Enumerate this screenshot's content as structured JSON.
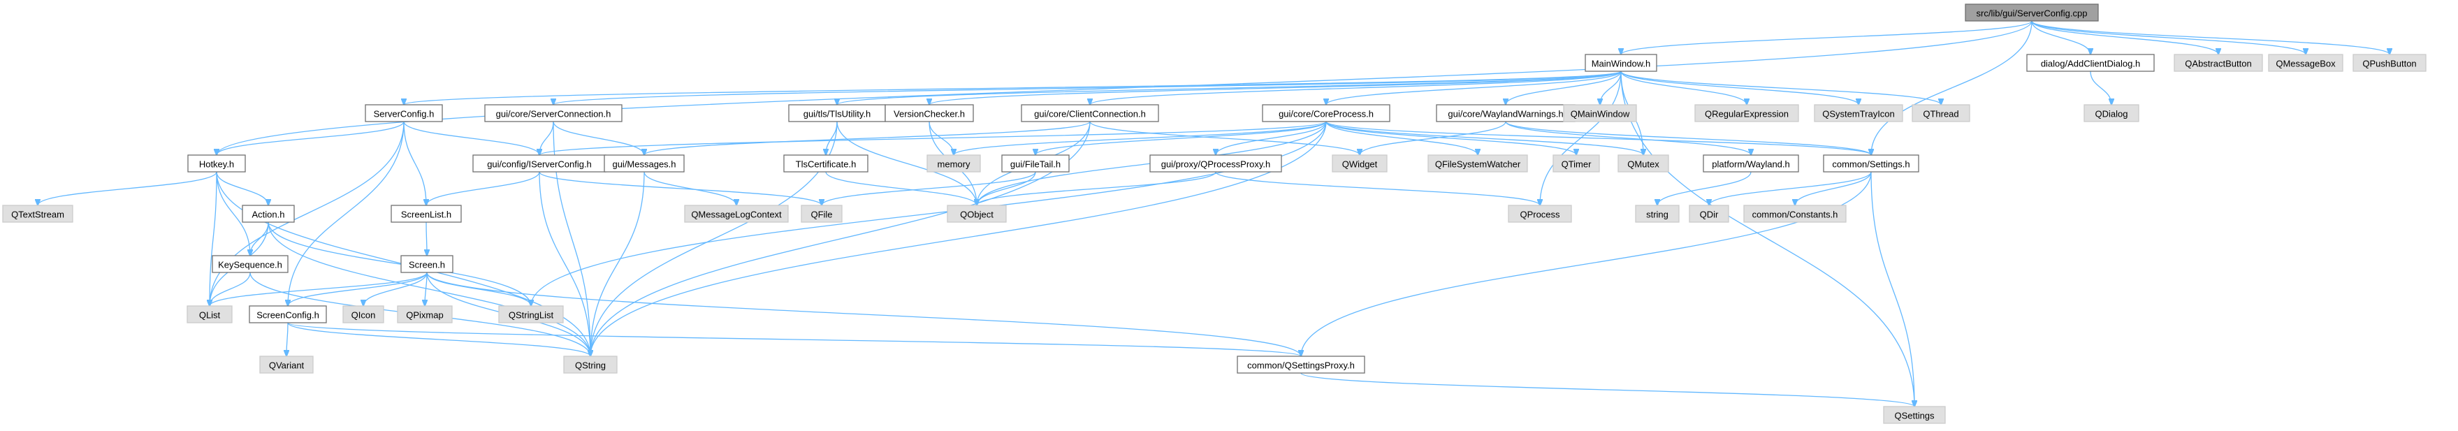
{
  "diagram": {
    "title": "",
    "root": "n_root",
    "nodes": [
      {
        "id": "n_root",
        "label": "src/lib/gui/ServerConfig.cpp",
        "style": "root"
      },
      {
        "id": "n_mainwindow",
        "label": "MainWindow.h",
        "style": "plain"
      },
      {
        "id": "n_addclient",
        "label": "dialog/AddClientDialog.h",
        "style": "plain"
      },
      {
        "id": "n_qabstractbutton",
        "label": "QAbstractButton",
        "style": "ext"
      },
      {
        "id": "n_qmessagebox",
        "label": "QMessageBox",
        "style": "ext"
      },
      {
        "id": "n_qpushbutton",
        "label": "QPushButton",
        "style": "ext"
      },
      {
        "id": "n_qdialog",
        "label": "QDialog",
        "style": "ext"
      },
      {
        "id": "n_serverconfigh",
        "label": "ServerConfig.h",
        "style": "plain"
      },
      {
        "id": "n_coreserverconn",
        "label": "gui/core/ServerConnection.h",
        "style": "plain"
      },
      {
        "id": "n_tlsutility",
        "label": "gui/tls/TlsUtility.h",
        "style": "plain"
      },
      {
        "id": "n_versionchecker",
        "label": "VersionChecker.h",
        "style": "plain"
      },
      {
        "id": "n_clientconn",
        "label": "gui/core/ClientConnection.h",
        "style": "plain"
      },
      {
        "id": "n_coreprocess",
        "label": "gui/core/CoreProcess.h",
        "style": "plain"
      },
      {
        "id": "n_waylandwarn",
        "label": "gui/core/WaylandWarnings.h",
        "style": "plain"
      },
      {
        "id": "n_qmainwindow",
        "label": "QMainWindow",
        "style": "ext"
      },
      {
        "id": "n_qregexp",
        "label": "QRegularExpression",
        "style": "ext"
      },
      {
        "id": "n_qsystray",
        "label": "QSystemTrayIcon",
        "style": "ext"
      },
      {
        "id": "n_qthread",
        "label": "QThread",
        "style": "ext"
      },
      {
        "id": "n_hotkey",
        "label": "Hotkey.h",
        "style": "plain"
      },
      {
        "id": "n_iserverconfig",
        "label": "gui/config/IServerConfig.h",
        "style": "plain"
      },
      {
        "id": "n_messages",
        "label": "gui/Messages.h",
        "style": "plain"
      },
      {
        "id": "n_memory",
        "label": "memory",
        "style": "ext"
      },
      {
        "id": "n_tlscert",
        "label": "TlsCertificate.h",
        "style": "plain"
      },
      {
        "id": "n_filetail",
        "label": "gui/FileTail.h",
        "style": "plain"
      },
      {
        "id": "n_qprocessproxy",
        "label": "gui/proxy/QProcessProxy.h",
        "style": "plain"
      },
      {
        "id": "n_qwidget",
        "label": "QWidget",
        "style": "ext"
      },
      {
        "id": "n_qfswatcher",
        "label": "QFileSystemWatcher",
        "style": "ext"
      },
      {
        "id": "n_qtimer",
        "label": "QTimer",
        "style": "ext"
      },
      {
        "id": "n_qmutex",
        "label": "QMutex",
        "style": "ext"
      },
      {
        "id": "n_platwayland",
        "label": "platform/Wayland.h",
        "style": "plain"
      },
      {
        "id": "n_commonsettings",
        "label": "common/Settings.h",
        "style": "plain"
      },
      {
        "id": "n_qtextstream",
        "label": "QTextStream",
        "style": "ext"
      },
      {
        "id": "n_action",
        "label": "Action.h",
        "style": "plain"
      },
      {
        "id": "n_screenlist",
        "label": "ScreenList.h",
        "style": "plain"
      },
      {
        "id": "n_qmsglogctx",
        "label": "QMessageLogContext",
        "style": "ext"
      },
      {
        "id": "n_qfile",
        "label": "QFile",
        "style": "ext"
      },
      {
        "id": "n_qobject",
        "label": "QObject",
        "style": "ext"
      },
      {
        "id": "n_qprocess",
        "label": "QProcess",
        "style": "ext"
      },
      {
        "id": "n_string",
        "label": "string",
        "style": "ext"
      },
      {
        "id": "n_qdir",
        "label": "QDir",
        "style": "ext"
      },
      {
        "id": "n_commonconst",
        "label": "common/Constants.h",
        "style": "ext"
      },
      {
        "id": "n_keysequence",
        "label": "KeySequence.h",
        "style": "plain"
      },
      {
        "id": "n_screen",
        "label": "Screen.h",
        "style": "plain"
      },
      {
        "id": "n_qlist",
        "label": "QList",
        "style": "ext"
      },
      {
        "id": "n_screenconfig",
        "label": "ScreenConfig.h",
        "style": "plain"
      },
      {
        "id": "n_qicon",
        "label": "QIcon",
        "style": "ext"
      },
      {
        "id": "n_qpixmap",
        "label": "QPixmap",
        "style": "ext"
      },
      {
        "id": "n_qstringlist",
        "label": "QStringList",
        "style": "ext"
      },
      {
        "id": "n_qvariant",
        "label": "QVariant",
        "style": "ext"
      },
      {
        "id": "n_qstring",
        "label": "QString",
        "style": "ext"
      },
      {
        "id": "n_qsettingsproxy",
        "label": "common/QSettingsProxy.h",
        "style": "plain"
      },
      {
        "id": "n_qsettings",
        "label": "QSettings",
        "style": "ext"
      }
    ],
    "edges": [
      [
        "n_root",
        "n_mainwindow"
      ],
      [
        "n_root",
        "n_addclient"
      ],
      [
        "n_root",
        "n_qabstractbutton"
      ],
      [
        "n_root",
        "n_qmessagebox"
      ],
      [
        "n_root",
        "n_qpushbutton"
      ],
      [
        "n_root",
        "n_hotkey"
      ],
      [
        "n_root",
        "n_commonsettings"
      ],
      [
        "n_addclient",
        "n_qdialog"
      ],
      [
        "n_mainwindow",
        "n_serverconfigh"
      ],
      [
        "n_mainwindow",
        "n_coreserverconn"
      ],
      [
        "n_mainwindow",
        "n_tlsutility"
      ],
      [
        "n_mainwindow",
        "n_versionchecker"
      ],
      [
        "n_mainwindow",
        "n_clientconn"
      ],
      [
        "n_mainwindow",
        "n_coreprocess"
      ],
      [
        "n_mainwindow",
        "n_waylandwarn"
      ],
      [
        "n_mainwindow",
        "n_qmainwindow"
      ],
      [
        "n_mainwindow",
        "n_qregexp"
      ],
      [
        "n_mainwindow",
        "n_qsystray"
      ],
      [
        "n_mainwindow",
        "n_qthread"
      ],
      [
        "n_mainwindow",
        "n_qmutex"
      ],
      [
        "n_mainwindow",
        "n_qprocess"
      ],
      [
        "n_mainwindow",
        "n_qsettings"
      ],
      [
        "n_serverconfigh",
        "n_hotkey"
      ],
      [
        "n_serverconfigh",
        "n_iserverconfig"
      ],
      [
        "n_serverconfigh",
        "n_screenlist"
      ],
      [
        "n_serverconfigh",
        "n_screenconfig"
      ],
      [
        "n_serverconfigh",
        "n_qlist"
      ],
      [
        "n_coreserverconn",
        "n_iserverconfig"
      ],
      [
        "n_coreserverconn",
        "n_messages"
      ],
      [
        "n_coreserverconn",
        "n_qstring"
      ],
      [
        "n_tlsutility",
        "n_tlscert"
      ],
      [
        "n_tlsutility",
        "n_qobject"
      ],
      [
        "n_tlsutility",
        "n_qstring"
      ],
      [
        "n_versionchecker",
        "n_memory"
      ],
      [
        "n_versionchecker",
        "n_qobject"
      ],
      [
        "n_clientconn",
        "n_messages"
      ],
      [
        "n_clientconn",
        "n_qwidget"
      ],
      [
        "n_clientconn",
        "n_qobject"
      ],
      [
        "n_clientconn",
        "n_qstring"
      ],
      [
        "n_coreprocess",
        "n_filetail"
      ],
      [
        "n_coreprocess",
        "n_qprocessproxy"
      ],
      [
        "n_coreprocess",
        "n_qfswatcher"
      ],
      [
        "n_coreprocess",
        "n_qtimer"
      ],
      [
        "n_coreprocess",
        "n_qmutex"
      ],
      [
        "n_coreprocess",
        "n_qobject"
      ],
      [
        "n_coreprocess",
        "n_qstringlist"
      ],
      [
        "n_coreprocess",
        "n_qstring"
      ],
      [
        "n_coreprocess",
        "n_iserverconfig"
      ],
      [
        "n_coreprocess",
        "n_memory"
      ],
      [
        "n_coreprocess",
        "n_commonsettings"
      ],
      [
        "n_waylandwarn",
        "n_qwidget"
      ],
      [
        "n_waylandwarn",
        "n_platwayland"
      ],
      [
        "n_waylandwarn",
        "n_commonsettings"
      ],
      [
        "n_hotkey",
        "n_qtextstream"
      ],
      [
        "n_hotkey",
        "n_action"
      ],
      [
        "n_hotkey",
        "n_keysequence"
      ],
      [
        "n_hotkey",
        "n_qlist"
      ],
      [
        "n_hotkey",
        "n_qstring"
      ],
      [
        "n_iserverconfig",
        "n_screenlist"
      ],
      [
        "n_iserverconfig",
        "n_qfile"
      ],
      [
        "n_iserverconfig",
        "n_qstring"
      ],
      [
        "n_messages",
        "n_qmsglogctx"
      ],
      [
        "n_messages",
        "n_qstring"
      ],
      [
        "n_tlscert",
        "n_qobject"
      ],
      [
        "n_filetail",
        "n_qobject"
      ],
      [
        "n_filetail",
        "n_qfile"
      ],
      [
        "n_qprocessproxy",
        "n_qobject"
      ],
      [
        "n_qprocessproxy",
        "n_qprocess"
      ],
      [
        "n_platwayland",
        "n_string"
      ],
      [
        "n_commonsettings",
        "n_qdir"
      ],
      [
        "n_commonsettings",
        "n_commonconst"
      ],
      [
        "n_commonsettings",
        "n_qsettingsproxy"
      ],
      [
        "n_commonsettings",
        "n_qsettings"
      ],
      [
        "n_action",
        "n_keysequence"
      ],
      [
        "n_action",
        "n_qlist"
      ],
      [
        "n_action",
        "n_qstring"
      ],
      [
        "n_action",
        "n_qstringlist"
      ],
      [
        "n_screenlist",
        "n_screen"
      ],
      [
        "n_keysequence",
        "n_qlist"
      ],
      [
        "n_keysequence",
        "n_qstring"
      ],
      [
        "n_screen",
        "n_qlist"
      ],
      [
        "n_screen",
        "n_screenconfig"
      ],
      [
        "n_screen",
        "n_qicon"
      ],
      [
        "n_screen",
        "n_qpixmap"
      ],
      [
        "n_screen",
        "n_qstringlist"
      ],
      [
        "n_screen",
        "n_qstring"
      ],
      [
        "n_screen",
        "n_qsettingsproxy"
      ],
      [
        "n_screenconfig",
        "n_qvariant"
      ],
      [
        "n_screenconfig",
        "n_qstring"
      ],
      [
        "n_screenconfig",
        "n_qsettingsproxy"
      ],
      [
        "n_qsettingsproxy",
        "n_qsettings"
      ]
    ]
  }
}
